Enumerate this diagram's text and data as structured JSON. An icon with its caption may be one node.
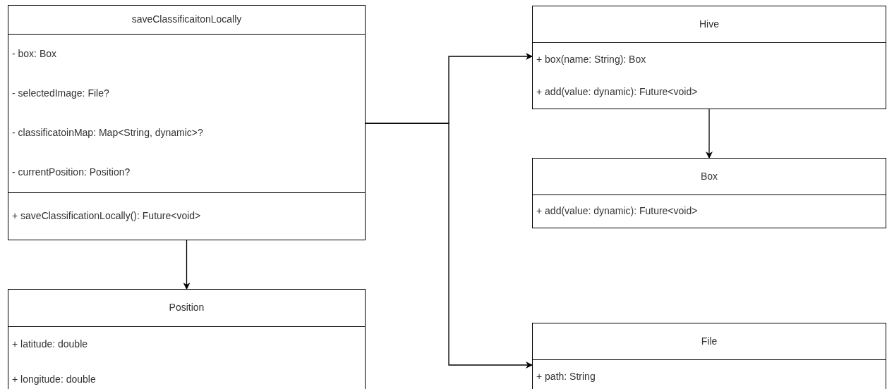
{
  "diagram": {
    "nodes": [
      {
        "text": [
          "saveClassificaitonLocally",
          "- box: Box",
          "- selectedImage: File?",
          "- classificatoinMap: Map<String, dynamic>?",
          "- currentPosition: Position?",
          "+ saveClassificationLocally(): Future<void>"
        ]
      },
      {
        "text": [
          "Position",
          "+ latitude: double",
          "+ longitude: double"
        ]
      },
      {
        "text": [
          "Hive",
          "+ box(name: String): Box",
          "+ add(value: dynamic): Future<void>"
        ]
      },
      {
        "text": [
          "Box",
          "+ add(value: dynamic): Future<void>"
        ]
      },
      {
        "text": [
          "File",
          "+ path: String"
        ]
      }
    ],
    "edges": [
      {
        "from": 0,
        "to": 2,
        "arrow": "to"
      },
      {
        "from": 0,
        "to": 4,
        "arrow": "to"
      },
      {
        "from": 2,
        "to": 3,
        "arrow": "to"
      },
      {
        "from": 0,
        "to": 1,
        "arrow": "to"
      }
    ]
  }
}
